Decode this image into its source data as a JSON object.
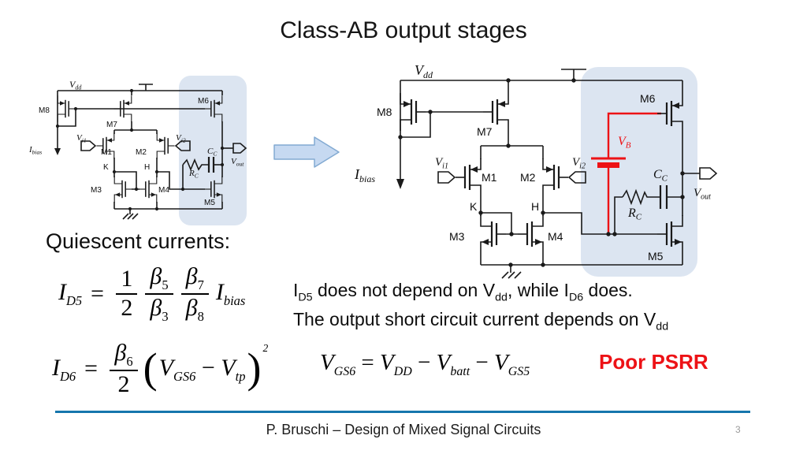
{
  "slide": {
    "title": "Class-AB output stages"
  },
  "colors": {
    "ink": "#1a1a1a",
    "accent_red": "#ed1216",
    "highlight_blue": "#dce5f1",
    "arrow_fill": "#c6d9f1",
    "arrow_stroke": "#82aad2",
    "rule_blue": "#1576ad",
    "page_number_gray": "#9a9a9a"
  },
  "schematic_labels": {
    "vdd": {
      "m": "V",
      "s": "dd"
    },
    "m1": {
      "m": "M1"
    },
    "m2": {
      "m": "M2"
    },
    "m3": {
      "m": "M3"
    },
    "m4": {
      "m": "M4"
    },
    "m5": {
      "m": "M5"
    },
    "m6": {
      "m": "M6"
    },
    "m7": {
      "m": "M7"
    },
    "m8": {
      "m": "M8"
    },
    "ibias": {
      "m": "I",
      "s": "bias"
    },
    "vi1": {
      "m": "V",
      "s": "i1"
    },
    "vi2": {
      "m": "V",
      "s": "i2"
    },
    "vb": {
      "m": "V",
      "s": "B"
    },
    "k": {
      "m": "K"
    },
    "h": {
      "m": "H"
    },
    "cc": {
      "m": "C",
      "s": "C"
    },
    "rc": {
      "m": "R",
      "s": "C"
    },
    "vout": {
      "m": "V",
      "s": "out"
    }
  },
  "quiescent": {
    "heading": "Quiescent currents:"
  },
  "equations": {
    "id5": {
      "lhs": [
        {
          "t": "I"
        },
        {
          "t": "D5",
          "sub": true
        }
      ],
      "equals": "=",
      "half": {
        "num": [
          {
            "t": "1",
            "up": true
          }
        ],
        "den": [
          {
            "t": "2",
            "up": true
          }
        ]
      },
      "beta53": {
        "num": [
          {
            "t": "β"
          },
          {
            "t": "5",
            "sub": true,
            "up": true
          }
        ],
        "den": [
          {
            "t": "β"
          },
          {
            "t": "3",
            "sub": true,
            "up": true
          }
        ]
      },
      "beta78": {
        "num": [
          {
            "t": "β"
          },
          {
            "t": "7",
            "sub": true,
            "up": true
          }
        ],
        "den": [
          {
            "t": "β"
          },
          {
            "t": "8",
            "sub": true,
            "up": true
          }
        ]
      },
      "rhs": [
        {
          "t": "I"
        },
        {
          "t": "bias",
          "sub": true
        }
      ]
    },
    "id6": {
      "lhs": [
        {
          "t": "I"
        },
        {
          "t": "D6",
          "sub": true
        }
      ],
      "equals": "=",
      "beta62": {
        "num": [
          {
            "t": "β"
          },
          {
            "t": "6",
            "sub": true,
            "up": true
          }
        ],
        "den": [
          {
            "t": "2",
            "up": true
          }
        ]
      },
      "paren_open": "(",
      "inner": [
        {
          "t": "V"
        },
        {
          "t": "GS6",
          "sub": true
        },
        {
          "t": " − ",
          "up": true
        },
        {
          "t": "V"
        },
        {
          "t": "tp",
          "sub": true
        }
      ],
      "paren_close": ")",
      "exponent": "2"
    },
    "vgs6": [
      {
        "t": "V"
      },
      {
        "t": "GS6",
        "sub": true
      },
      {
        "t": " = ",
        "up": true
      },
      {
        "t": "V"
      },
      {
        "t": "DD",
        "sub": true
      },
      {
        "t": " − ",
        "up": true
      },
      {
        "t": "V"
      },
      {
        "t": "batt",
        "sub": true
      },
      {
        "t": " − ",
        "up": true
      },
      {
        "t": "V"
      },
      {
        "t": "GS5",
        "sub": true
      }
    ]
  },
  "notes": {
    "line1": [
      {
        "t": "I"
      },
      {
        "t": "D5",
        "sub": true
      },
      {
        "t": " does not depend on V"
      },
      {
        "t": "dd",
        "sub": true
      },
      {
        "t": ", while I"
      },
      {
        "t": "D6",
        "sub": true
      },
      {
        "t": " does."
      }
    ],
    "line2": [
      {
        "t": "The output short circuit current depends on V"
      },
      {
        "t": "dd",
        "sub": true
      }
    ]
  },
  "psrr": {
    "text": "Poor PSRR"
  },
  "footer": {
    "credit": "P. Bruschi – Design of Mixed Signal Circuits",
    "page": "3"
  }
}
